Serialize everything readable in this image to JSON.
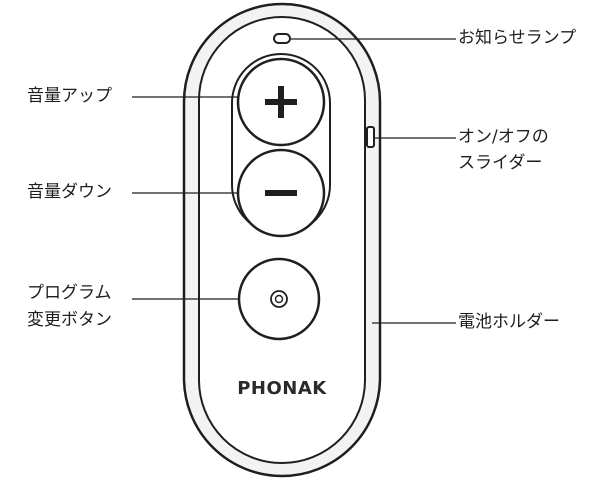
{
  "device": {
    "brand_logo": "PHONAK"
  },
  "callouts": {
    "indicator_lamp": "お知らせランプ",
    "volume_up": "音量アップ",
    "on_off_slider_line1": "オン/オフの",
    "on_off_slider_line2": "スライダー",
    "volume_down": "音量ダウン",
    "program_button_line1": "プログラム",
    "program_button_line2": "変更ボタン",
    "battery_holder": "電池ホルダー"
  }
}
